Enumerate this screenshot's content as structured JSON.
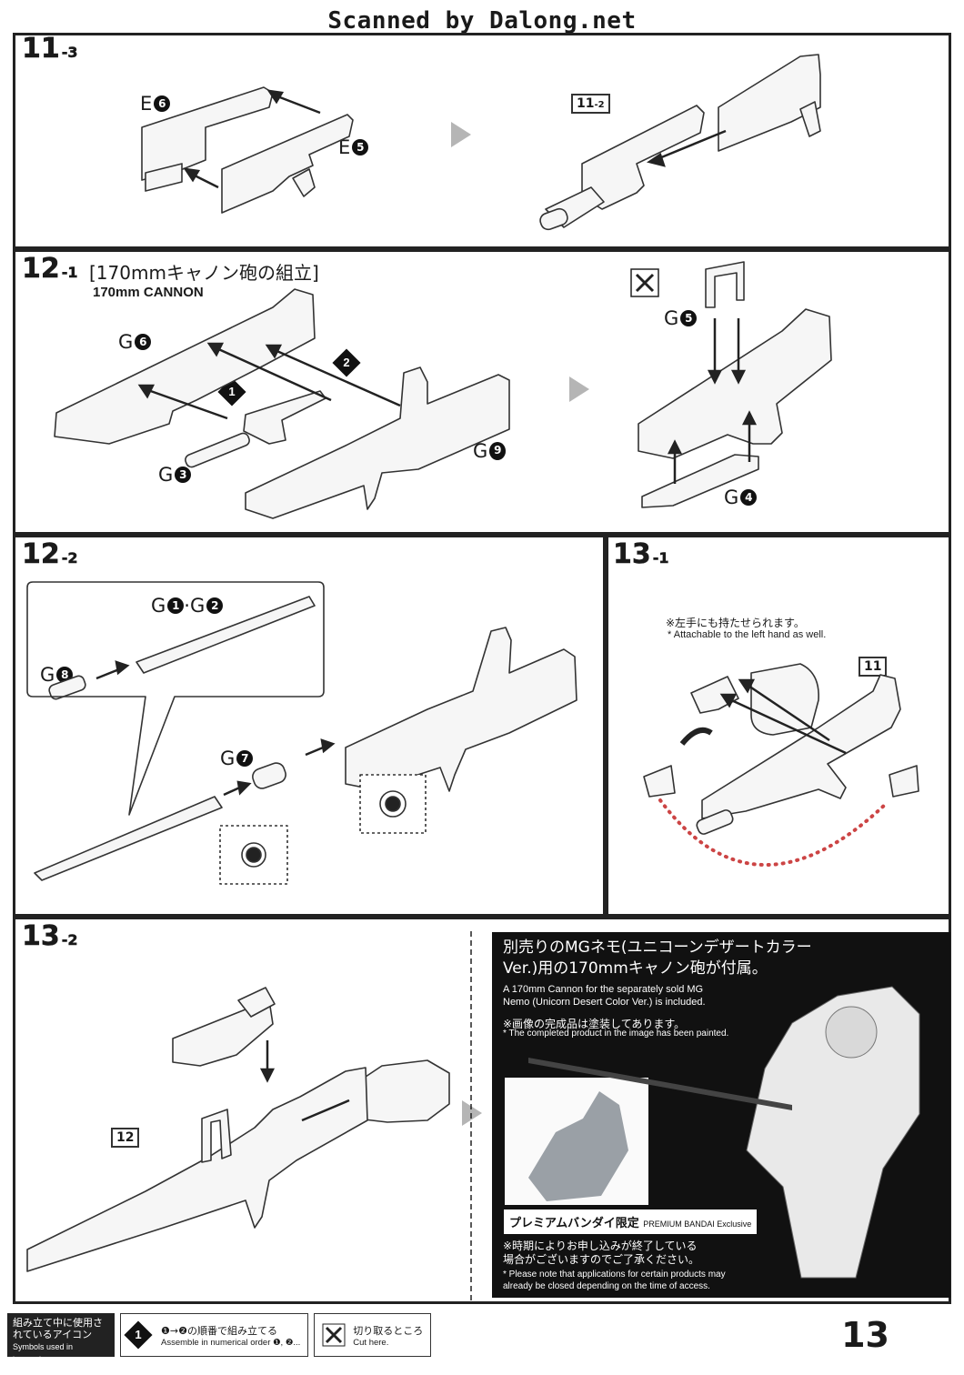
{
  "scan_credit": "Scanned by Dalong.net",
  "steps": {
    "s11_3": {
      "num": "11",
      "sub": "-3",
      "parts": {
        "e6": {
          "letter": "E",
          "num": "6"
        },
        "e5": {
          "letter": "E",
          "num": "5"
        }
      },
      "ref": {
        "num": "11",
        "sub": "-2"
      }
    },
    "s12_1": {
      "num": "12",
      "sub": "-1",
      "title_jp": "[170mmキャノン砲の組立]",
      "title_en": "170mm CANNON",
      "parts": {
        "g6": {
          "letter": "G",
          "num": "6"
        },
        "g3": {
          "letter": "G",
          "num": "3"
        },
        "g9": {
          "letter": "G",
          "num": "9"
        },
        "g5": {
          "letter": "G",
          "num": "5"
        },
        "g4": {
          "letter": "G",
          "num": "4"
        }
      },
      "order": [
        "1",
        "2"
      ]
    },
    "s12_2": {
      "num": "12",
      "sub": "-2",
      "parts": {
        "g1g2": {
          "letter1": "G",
          "num1": "1",
          "sep": "·",
          "letter2": "G",
          "num2": "2"
        },
        "g8": {
          "letter": "G",
          "num": "8"
        },
        "g7": {
          "letter": "G",
          "num": "7"
        }
      }
    },
    "s13_1": {
      "num": "13",
      "sub": "-1",
      "note_jp": "※左手にも持たせられます。",
      "note_en": "* Attachable to the left hand as well.",
      "ref": {
        "num": "11"
      }
    },
    "s13_2": {
      "num": "13",
      "sub": "-2",
      "ref": {
        "num": "12"
      }
    }
  },
  "promo": {
    "head_jp": "別売りのMGネモ(ユニコーンデザートカラーVer.)用の170mmキャノン砲が付属。",
    "head_en": "A 170mm Cannon for the separately sold MG Nemo (Unicorn Desert Color Ver.) is included.",
    "paint_jp": "※画像の完成品は塗装してあります。",
    "paint_en": "* The completed product in the image has been painted.",
    "badge_jp": "プレミアムバンダイ限定",
    "badge_en": "PREMIUM BANDAI Exclusive",
    "period_jp": "※時期によりお申し込みが終了している場合がございますのでご了承ください。",
    "period_en": "* Please note that applications for certain products may already be closed depending on the time of access."
  },
  "legend": {
    "title_jp": "組み立て中に使用されているアイコン",
    "title_en": "Symbols used in instructions",
    "order_icon": "1",
    "order_jp": "❶→❷の順番で組み立てる",
    "order_en": "Assemble in numerical order ❶, ❷...",
    "cut_jp": "切り取るところ",
    "cut_en": "Cut here."
  },
  "page_number": "13"
}
